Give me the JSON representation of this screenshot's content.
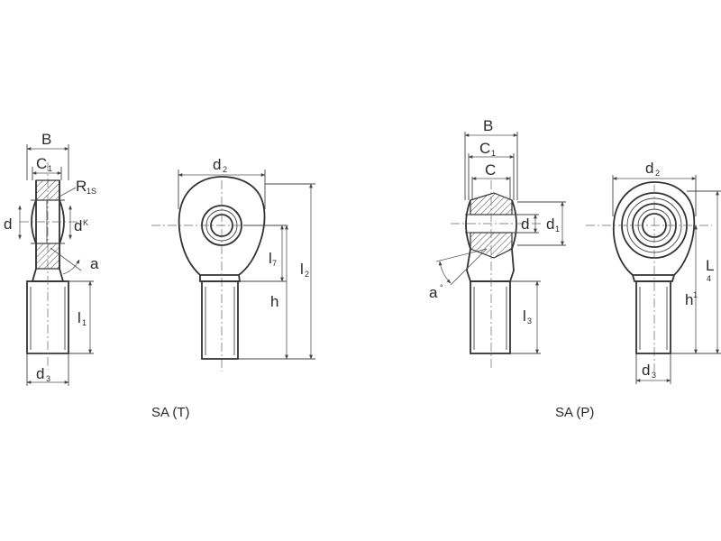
{
  "left_section": {
    "caption": "SA (T)",
    "labels": {
      "B": "B",
      "C1": "C",
      "C1_sub": "1",
      "R1s": "R",
      "R1s_sub": "1S",
      "d": "d",
      "dk": "d",
      "dk_sub": "K",
      "a": "a",
      "l1": "l",
      "l1_sub": "1",
      "d3": "d",
      "d3_sub": "3",
      "d2": "d",
      "d2_sub": "2",
      "l7": "l",
      "l7_sub": "7",
      "h": "h",
      "l2": "l",
      "l2_sub": "2"
    }
  },
  "right_section": {
    "caption": "SA (P)",
    "labels": {
      "B": "B",
      "C1": "C",
      "C1_sub": "1",
      "C": "C",
      "d": "d",
      "d1": "d",
      "d1_sub": "1",
      "a": "a",
      "deg": "°",
      "l3": "l",
      "l3_sub": "3",
      "d2": "d",
      "d2_sub": "2",
      "h1": "h",
      "h1_sub": "1",
      "L4": "L",
      "L4_sub": "4",
      "d3": "d",
      "d3_sub": "3"
    }
  }
}
